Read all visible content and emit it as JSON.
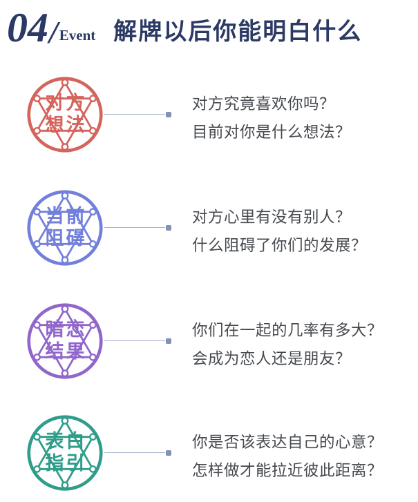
{
  "header": {
    "number": "04",
    "slash": "/",
    "event_label": "Event",
    "title": "解牌以后你能明白什么"
  },
  "palette": {
    "title_color": "#2b3a64",
    "body_text_color": "#46494f",
    "connector_color": "#8292b4"
  },
  "rows": [
    {
      "icon": "hexagram-seal",
      "color": "#d4645c",
      "seal_line1": "对方",
      "seal_line2": "想法",
      "line1": "对方究竟喜欢你吗？",
      "line2": "目前对你是什么想法？"
    },
    {
      "icon": "hexagram-seal",
      "color": "#7280dc",
      "seal_line1": "当前",
      "seal_line2": "阻碍",
      "line1": "对方心里有没有别人？",
      "line2": "什么阻碍了你们的发展？"
    },
    {
      "icon": "hexagram-seal",
      "color": "#9166cb",
      "seal_line1": "暗恋",
      "seal_line2": "结果",
      "line1": "你们在一起的几率有多大？",
      "line2": "会成为恋人还是朋友？"
    },
    {
      "icon": "hexagram-seal",
      "color": "#2f9d8a",
      "seal_line1": "表白",
      "seal_line2": "指引",
      "line1": "你是否该表达自己的心意？",
      "line2": "怎样做才能拉近彼此距离？"
    }
  ]
}
